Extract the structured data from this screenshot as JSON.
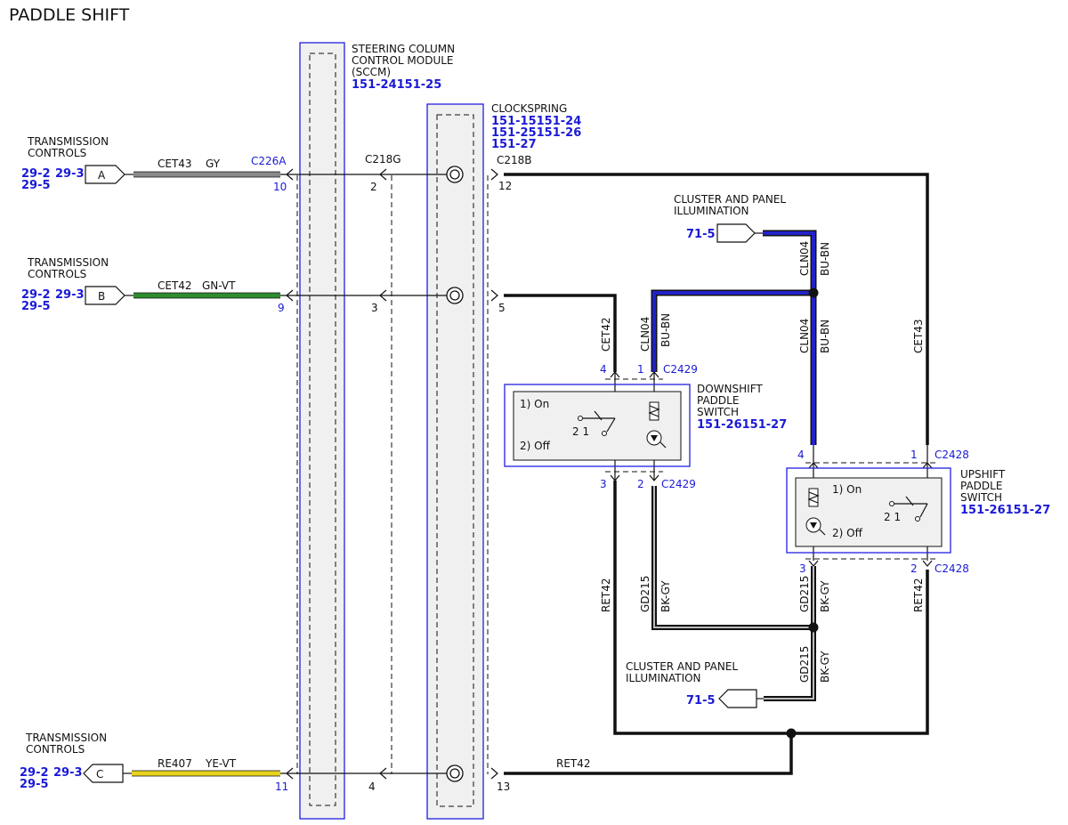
{
  "title": "PADDLE SHIFT",
  "colors": {
    "wire_gray": "#8a8a8a",
    "wire_green": "#2e8b2e",
    "wire_yellow": "#e8d21e",
    "wire_blue": "#2222c8",
    "wire_black": "#111111",
    "ref_blue": "#1a1ad6",
    "module_fill": "#f0f0f0"
  },
  "modules": {
    "sccm": {
      "label_line1": "STEERING COLUMN",
      "label_line2": "CONTROL MODULE",
      "label_line3": "(SCCM)",
      "refs": "151-24151-25"
    },
    "clockspring": {
      "label": "CLOCKSPRING",
      "refs_line1": "151-15151-24",
      "refs_line2": "151-25151-26",
      "refs_line3": "151-27"
    },
    "downshift": {
      "label_line1": "DOWNSHIFT",
      "label_line2": "PADDLE",
      "label_line3": "SWITCH",
      "refs": "151-26151-27",
      "state_on": "1) On",
      "state_off": "2) Off",
      "contacts": "2  1"
    },
    "upshift": {
      "label_line1": "UPSHIFT",
      "label_line2": "PADDLE",
      "label_line3": "SWITCH",
      "refs": "151-26151-27",
      "state_on": "1) On",
      "state_off": "2) Off",
      "contacts": "2  1"
    }
  },
  "transmission_controls": [
    {
      "label_line1": "TRANSMISSION",
      "label_line2": "CONTROLS",
      "ref_a": "29-2",
      "ref_b": "29-3",
      "ref_c": "29-5",
      "connector": "A",
      "circuit": "CET43",
      "color_code": "GY",
      "pin": "10",
      "connector_id": "C226A"
    },
    {
      "label_line1": "TRANSMISSION",
      "label_line2": "CONTROLS",
      "ref_a": "29-2",
      "ref_b": "29-3",
      "ref_c": "29-5",
      "connector": "B",
      "circuit": "CET42",
      "color_code": "GN-VT",
      "pin": "9"
    },
    {
      "label_line1": "TRANSMISSION",
      "label_line2": "CONTROLS",
      "ref_a": "29-2",
      "ref_b": "29-3",
      "ref_c": "29-5",
      "connector": "C",
      "circuit": "RE407",
      "color_code": "YE-VT",
      "pin": "11"
    }
  ],
  "sccm_pins": {
    "connector": "C218G",
    "row1": "2",
    "row2": "3",
    "row3": "4"
  },
  "clockspring_pins": {
    "connector": "C218B",
    "row1": "12",
    "row2": "5",
    "row3": "13"
  },
  "illumination": [
    {
      "label_line1": "CLUSTER AND PANEL",
      "label_line2": "ILLUMINATION",
      "ref": "71-5",
      "circuit": "CLN04",
      "color_code": "BU-BN"
    },
    {
      "label_line1": "CLUSTER AND PANEL",
      "label_line2": "ILLUMINATION",
      "ref": "71-5",
      "circuit": "GD215",
      "color_code": "BK-GY"
    }
  ],
  "wires": {
    "cet42": "CET42",
    "cet43": "CET43",
    "cln04": "CLN04",
    "bu_bn": "BU-BN",
    "ret42": "RET42",
    "gd215": "GD215",
    "bk_gy": "BK-GY"
  },
  "connectors": {
    "c2429": "C2429",
    "c2428": "C2428",
    "down_top_left": "4",
    "down_top_right": "1",
    "down_bot_left": "3",
    "down_bot_right": "2",
    "up_top_left": "4",
    "up_top_right": "1",
    "up_bot_left": "3",
    "up_bot_right": "2"
  }
}
